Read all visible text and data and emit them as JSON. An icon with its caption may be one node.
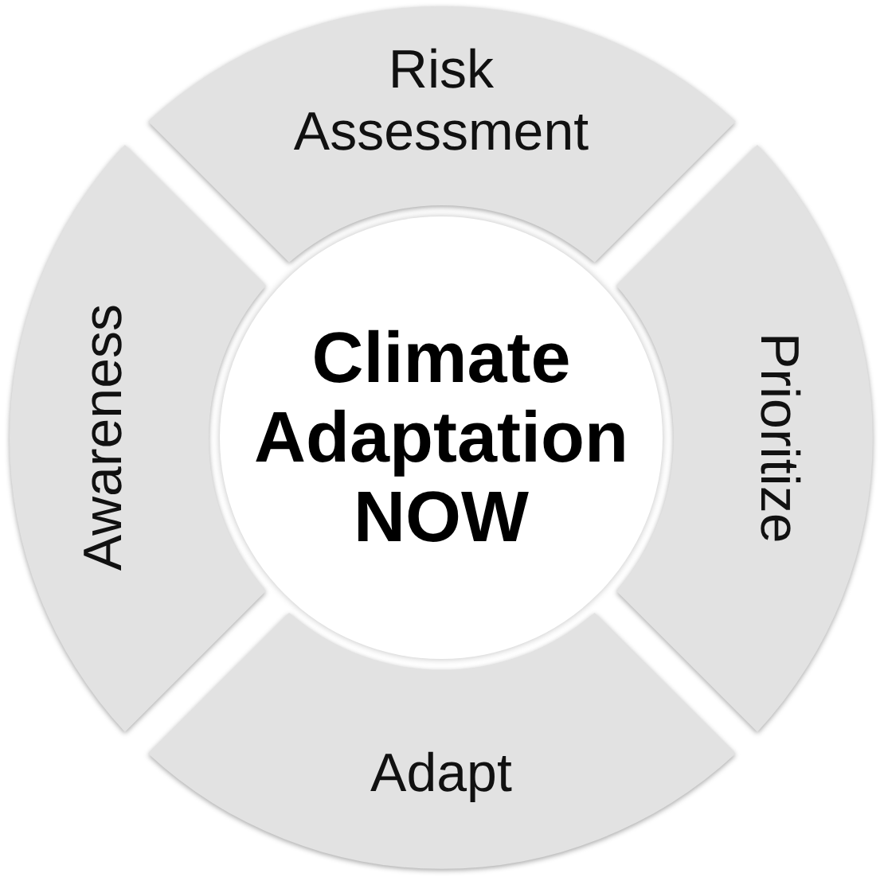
{
  "diagram": {
    "nodes": [
      {
        "text": [
          "Climate Adaptation NOW"
        ]
      },
      {
        "text": [
          "Risk Assessment"
        ]
      },
      {
        "text": [
          "Prioritize"
        ]
      },
      {
        "text": [
          "Adapt"
        ]
      },
      {
        "text": [
          "Awareness"
        ]
      }
    ]
  }
}
